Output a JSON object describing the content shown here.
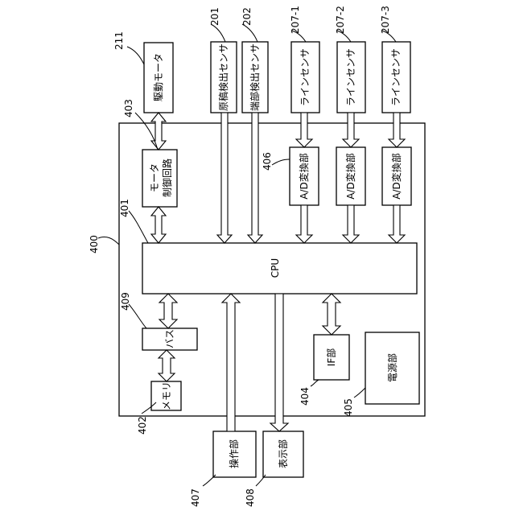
{
  "blocks": {
    "drive_motor": "駆動モータ",
    "original_sensor": "原稿検出センサ",
    "edge_sensor": "端部検出センサ",
    "line_sensor_1": "ラインセンサ",
    "line_sensor_2": "ラインセンサ",
    "line_sensor_3": "ラインセンサ",
    "motor_ctrl_1": "モータ",
    "motor_ctrl_2": "制御回路",
    "ad_1": "A/D変換部",
    "ad_2": "A/D変換部",
    "ad_3": "A/D変換部",
    "cpu": "CPU",
    "bus": "バス",
    "memory": "メモリ",
    "if_unit": "IF部",
    "power": "電源部",
    "operation": "操作部",
    "display": "表示部"
  },
  "refs": {
    "r211": "211",
    "r201": "201",
    "r202": "202",
    "r207_1": "207-1",
    "r207_2": "207-2",
    "r207_3": "207-3",
    "r403": "403",
    "r406": "406",
    "r401": "401",
    "r400": "400",
    "r409": "409",
    "r402": "402",
    "r404": "404",
    "r405": "405",
    "r407": "407",
    "r408": "408"
  }
}
